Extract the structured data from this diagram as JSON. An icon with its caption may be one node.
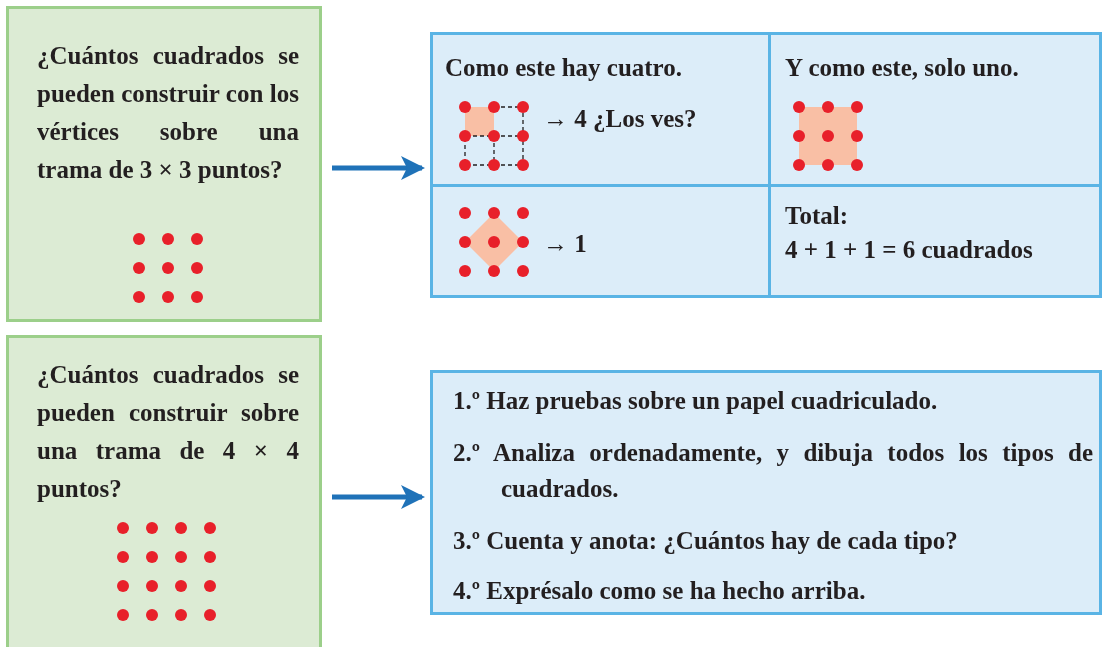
{
  "diagram": {
    "nodes": [
      {
        "text": [
          "¿Cuántos cuadrados se pueden construir con los vértices sobre una trama de 3 × 3 puntos?"
        ]
      },
      {
        "text": [],
        "shape": "box"
      },
      {
        "text": [
          "Como este hay cuatro.",
          "→ 4 ¿Los ves?"
        ],
        "in": 1
      },
      {
        "text": [
          "Y como este, solo uno."
        ],
        "in": 1
      },
      {
        "text": [
          "→ 1"
        ],
        "in": 1
      },
      {
        "text": [
          "Total:",
          "4 + 1 + 1 = 6 cuadrados"
        ],
        "in": 1
      },
      {
        "text": [
          "¿Cuántos cuadrados se pueden construir sobre una trama de 4 × 4 puntos?"
        ]
      },
      {
        "text": [
          "1.º Haz pruebas sobre un papel cuadriculado.",
          "2.º Analiza ordenadamente, y dibuja todos los tipos de cuadrados.",
          "3.º Cuenta y anota: ¿Cuántos hay de cada tipo?",
          "4.º Exprésalo como se ha hecho arriba."
        ]
      }
    ],
    "edges": [
      {
        "from": 0,
        "to": 1,
        "arrow": "to"
      },
      {
        "from": 6,
        "to": 7,
        "arrow": "to"
      }
    ]
  }
}
